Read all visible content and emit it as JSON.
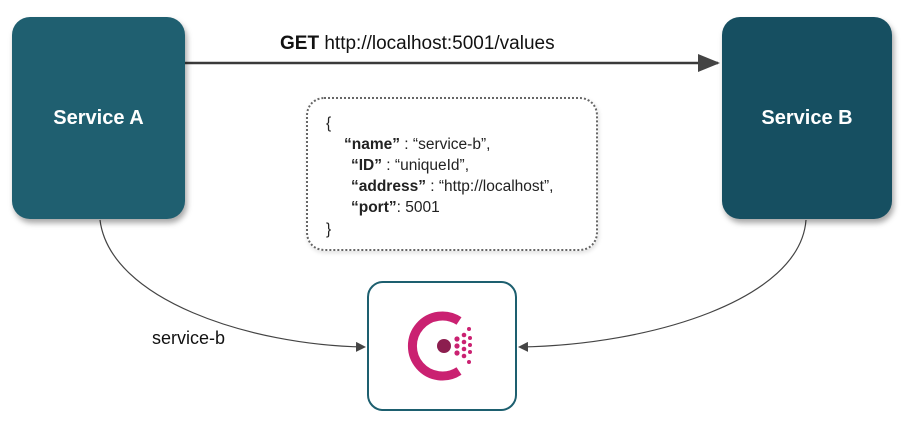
{
  "services": {
    "a_label": "Service A",
    "b_label": "Service B"
  },
  "request": {
    "method": "GET",
    "url": "http://localhost:5001/values"
  },
  "registration": {
    "open_brace": "{",
    "close_brace": "}",
    "lines": [
      {
        "key": "“name”",
        "rest": " : “service-b”,"
      },
      {
        "key": "“ID”",
        "rest": " : “uniqueId”,"
      },
      {
        "key": "“address”",
        "rest": " : “http://localhost”,"
      },
      {
        "key": "“port”",
        "rest": ": 5001"
      }
    ]
  },
  "lookup": {
    "label": "service-b"
  },
  "registry": {
    "icon": "consul-logo-icon",
    "brand_color": "#ca2171"
  },
  "colors": {
    "service_a": "#1f5f70",
    "service_b": "#164f61",
    "arrow": "#333333"
  }
}
